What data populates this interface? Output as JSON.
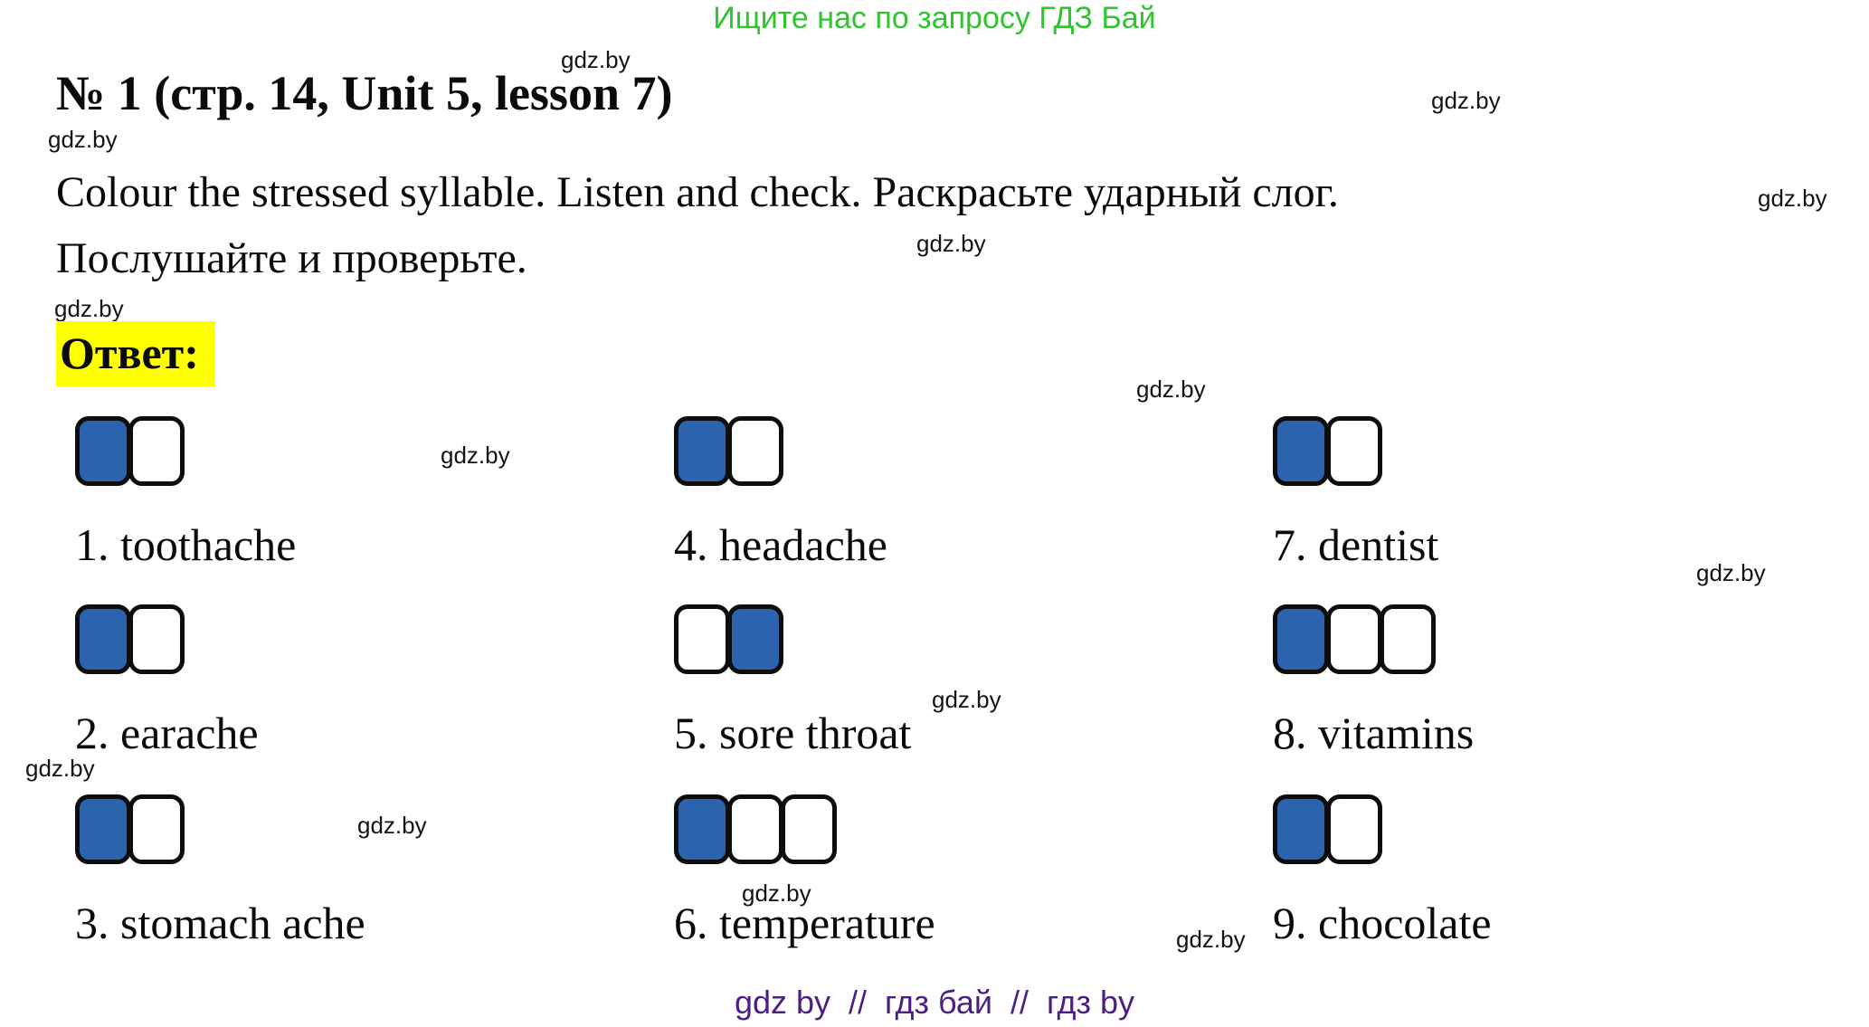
{
  "promo": {
    "text": "Ищите нас по запросу ГДЗ Бай"
  },
  "title": "№ 1 (стр. 14, Unit 5, lesson 7)",
  "task": {
    "line1": "Colour the stressed syllable. Listen and check. Раскрасьте ударный слог.",
    "line2": "Послушайте и проверьте."
  },
  "answer_label": "Ответ:",
  "watermark": "gdz.by",
  "colors": {
    "stressed_fill": "#2c63ae",
    "box_border": "#0d0d0d",
    "answer_highlight": "#ffff00",
    "promo_green": "#2ec52e",
    "footer_purple": "#4e1e87"
  },
  "items": [
    {
      "label": "1. toothache",
      "boxes": [
        1,
        0
      ]
    },
    {
      "label": "2. earache",
      "boxes": [
        1,
        0
      ]
    },
    {
      "label": "3. stomach ache",
      "boxes": [
        1,
        0
      ]
    },
    {
      "label": "4. headache",
      "boxes": [
        1,
        0
      ]
    },
    {
      "label": "5. sore throat",
      "boxes": [
        0,
        1
      ]
    },
    {
      "label": "6. temperature",
      "boxes": [
        1,
        0,
        0
      ]
    },
    {
      "label": "7. dentist",
      "boxes": [
        1,
        0
      ]
    },
    {
      "label": "8. vitamins",
      "boxes": [
        1,
        0,
        0
      ]
    },
    {
      "label": "9. chocolate",
      "boxes": [
        1,
        0
      ]
    }
  ],
  "footer": "gdz by  //  гдз бай  //  гдз by"
}
